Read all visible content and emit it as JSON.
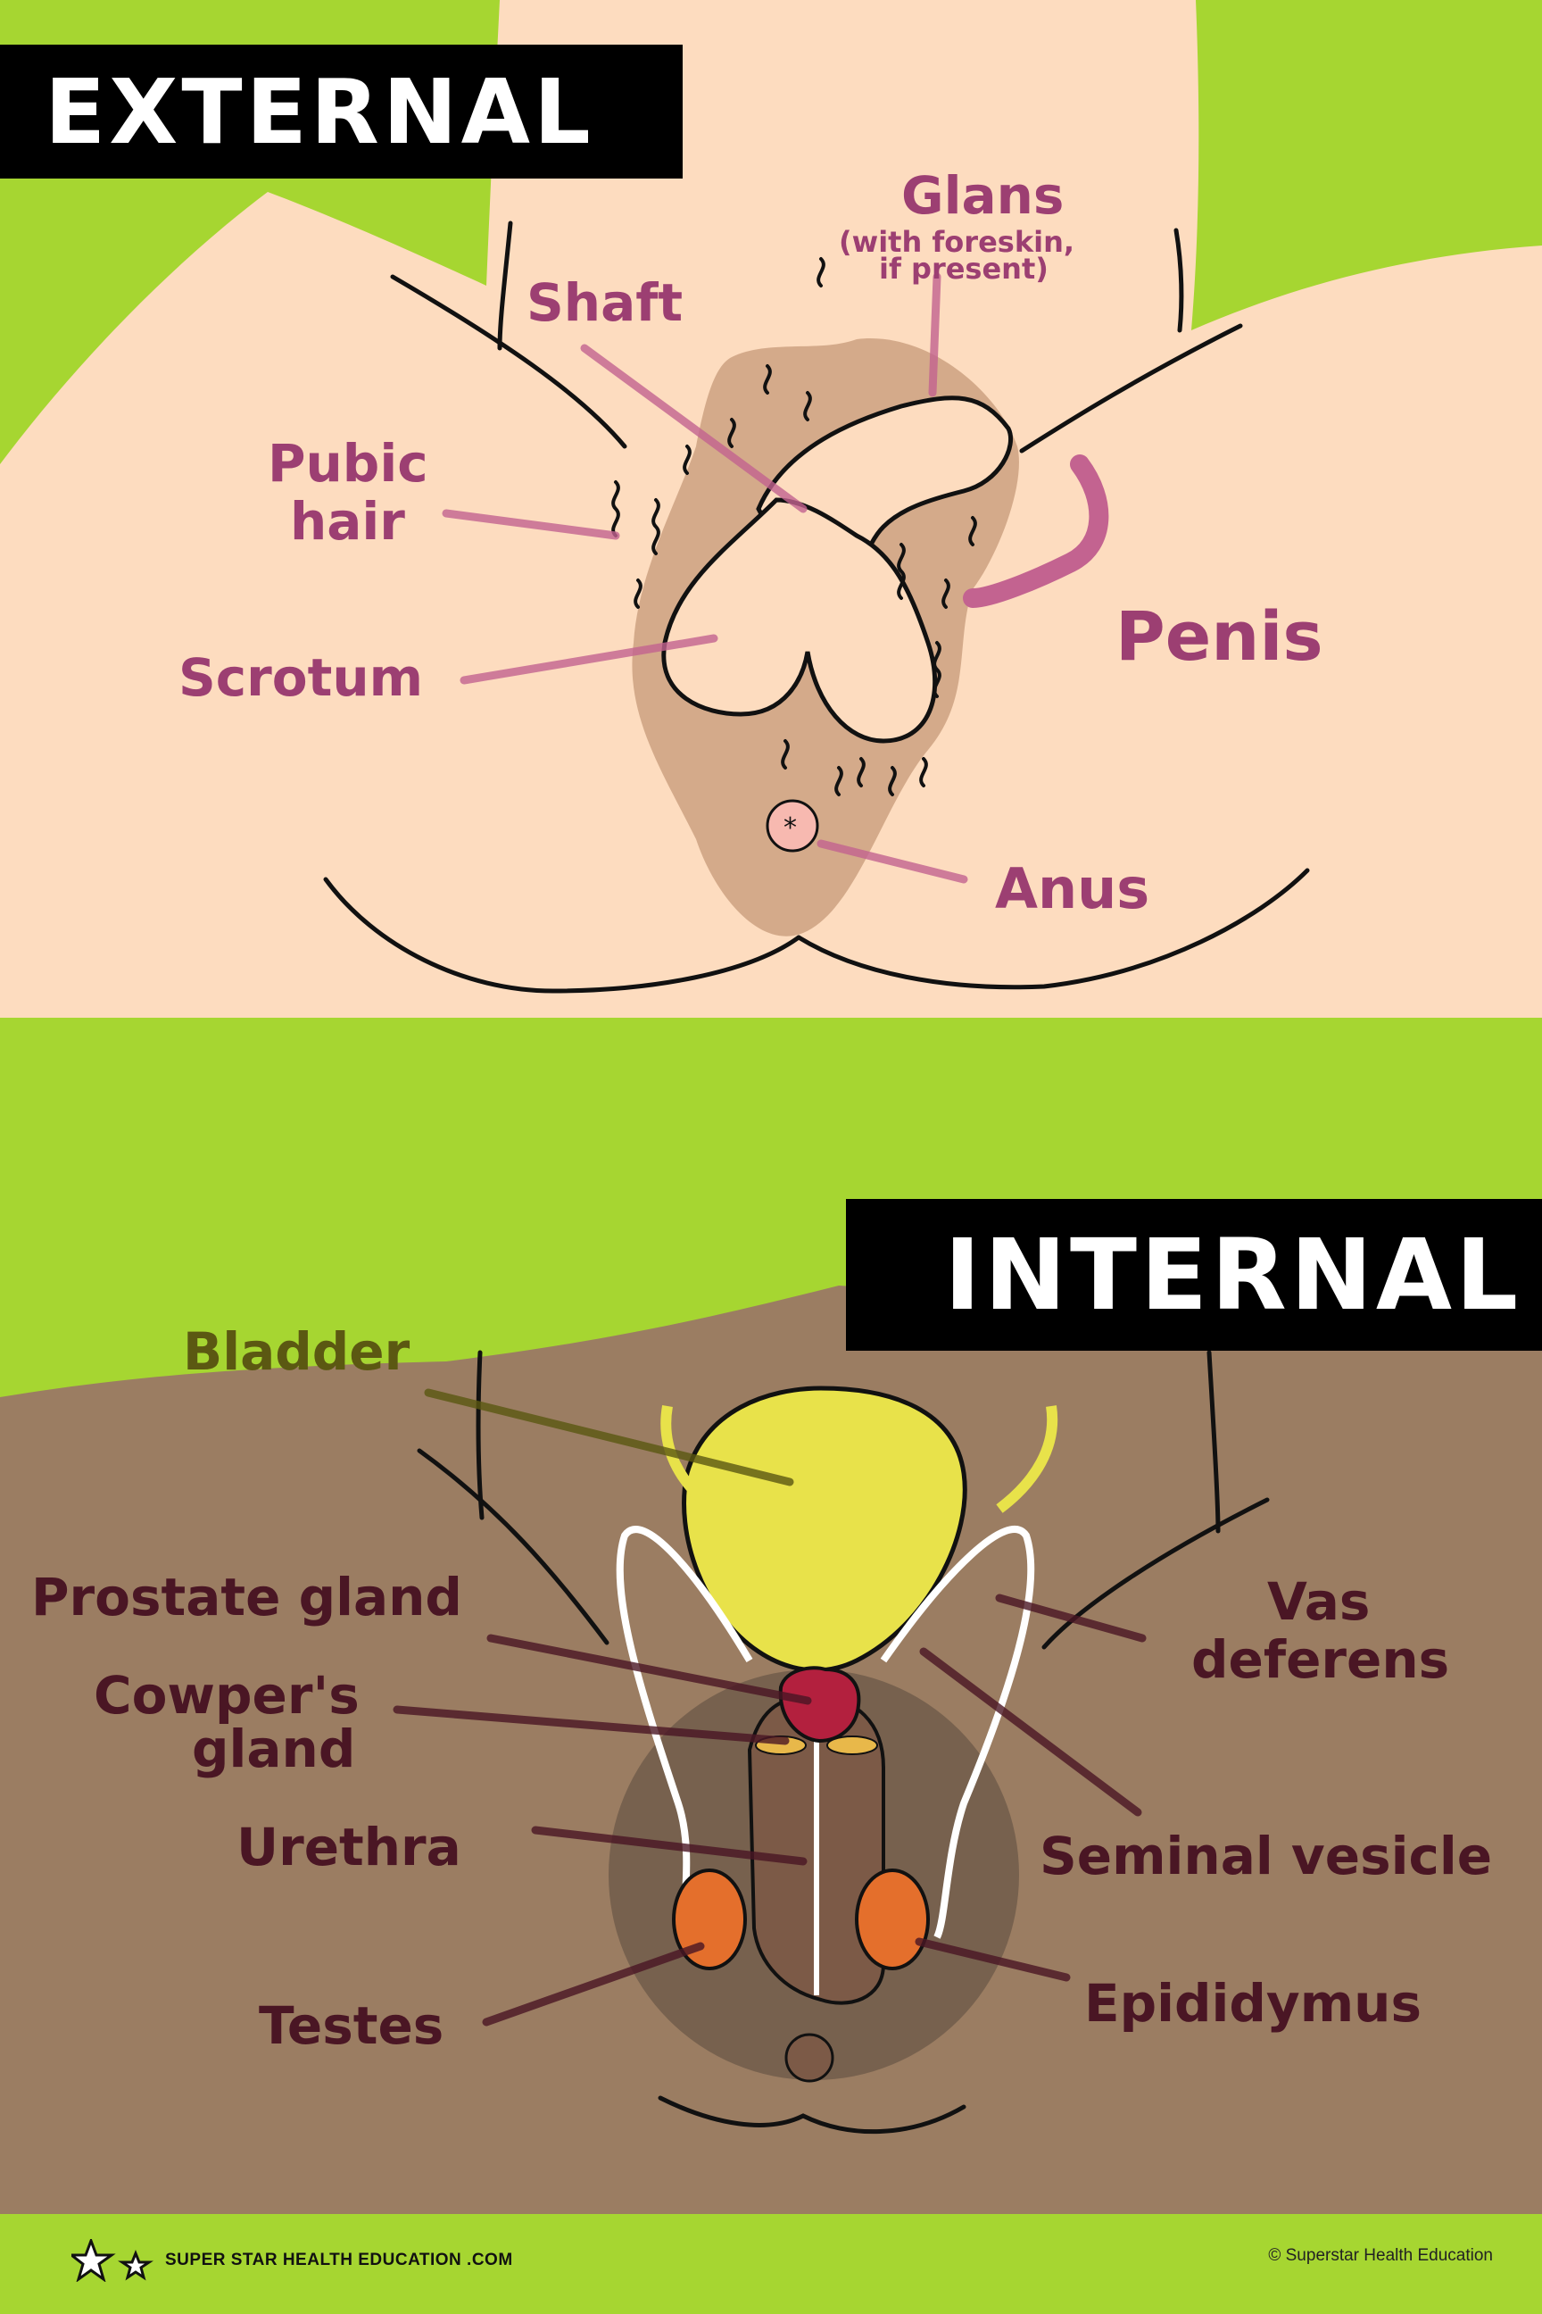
{
  "sections": {
    "external": {
      "heading": "EXTERNAL",
      "labels": {
        "glans": "Glans",
        "glans_note_1": "(with foreskin,",
        "glans_note_2": "if present)",
        "shaft": "Shaft",
        "pubic_hair_1": "Pubic",
        "pubic_hair_2": "hair",
        "scrotum": "Scrotum",
        "penis": "Penis",
        "anus": "Anus"
      }
    },
    "internal": {
      "heading": "INTERNAL",
      "labels": {
        "bladder": "Bladder",
        "prostate_gland": "Prostate gland",
        "cowpers_gland_1": "Cowper's",
        "cowpers_gland_2": "gland",
        "urethra": "Urethra",
        "testes": "Testes",
        "vas_deferens_1": "Vas",
        "vas_deferens_2": "deferens",
        "seminal_vesicle": "Seminal vesicle",
        "epididymus": "Epididymus"
      }
    }
  },
  "footer": {
    "brand": "SUPER STAR HEALTH EDUCATION .COM",
    "copyright": "© Superstar Health Education",
    "brand_icon": "star-icon"
  },
  "colors": {
    "background": "#a6d631",
    "skin_light": "#fddcbf",
    "skin_dark": "#9b7d62",
    "external_label": "#9c3f72",
    "internal_label": "#4a1624",
    "bladder": "#e8e24a",
    "bladder_label": "#5b5812",
    "prostate": "#b3203e",
    "testes": "#e46f2c",
    "banner": "#000000"
  }
}
